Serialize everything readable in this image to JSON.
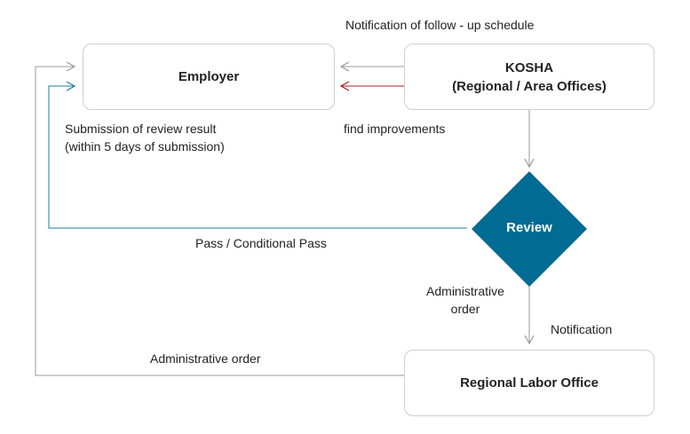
{
  "nodes": {
    "employer": {
      "label": "Employer"
    },
    "kosha": {
      "line1": "KOSHA",
      "line2": "(Regional / Area Offices)"
    },
    "review": {
      "label": "Review"
    },
    "regional_labor_office": {
      "label": "Regional Labor Office"
    }
  },
  "labels": {
    "notification_follow_up": "Notification of follow - up schedule",
    "submission_review_line1": "Submission of review result",
    "submission_review_line2": "(within 5 days of submission)",
    "find_improvements": "find improvements",
    "pass_conditional": "Pass / Conditional Pass",
    "administrative_order_review_line1": "Administrative",
    "administrative_order_review_line2": "order",
    "notification": "Notification",
    "administrative_order": "Administrative order"
  },
  "colors": {
    "diamond": "#006b93",
    "pass_line": "#1a7fa8",
    "improvement_arrow": "#b01e24",
    "gray_line": "#9a9a9a",
    "box_border": "#cfcfcf"
  }
}
